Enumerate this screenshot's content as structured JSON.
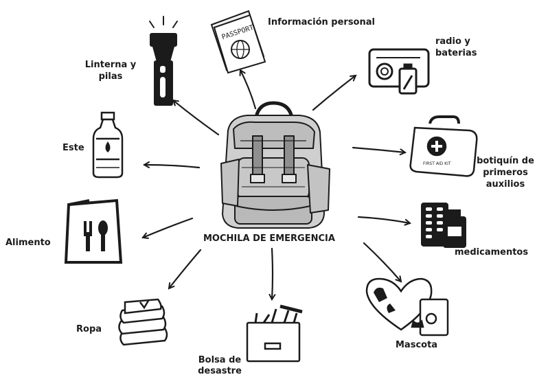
{
  "title": "MOCHILA DE EMERGENCIA",
  "items": {
    "personal_info": {
      "label": "Información personal",
      "icon": "passport-icon",
      "icon_text": "PASSPORT"
    },
    "radio": {
      "label_line1": "radio y",
      "label_line2": "baterias",
      "icon": "radio-battery-icon"
    },
    "first_aid": {
      "label_line1": "botiquín de",
      "label_line2": "primeros",
      "label_line3": "auxilios",
      "icon": "first-aid-kit-icon",
      "icon_text": "FIRST AID KIT"
    },
    "medicines": {
      "label": "medicamentos",
      "icon": "pills-icon"
    },
    "pet": {
      "label": "Mascota",
      "icon": "pet-supplies-icon"
    },
    "disaster_bag": {
      "label_line1": "Bolsa de",
      "label_line2": "desastre",
      "icon": "toolbox-icon"
    },
    "clothes": {
      "label": "Ropa",
      "icon": "folded-clothes-icon"
    },
    "food": {
      "label": "Alimento",
      "icon": "food-bag-icon"
    },
    "water": {
      "label": "Este",
      "icon": "water-bottle-icon"
    },
    "flashlight": {
      "label_line1": "Linterna y",
      "label_line2": "pilas",
      "icon": "flashlight-icon"
    }
  },
  "colors": {
    "ink": "#1b1b1b",
    "background": "#ffffff"
  }
}
